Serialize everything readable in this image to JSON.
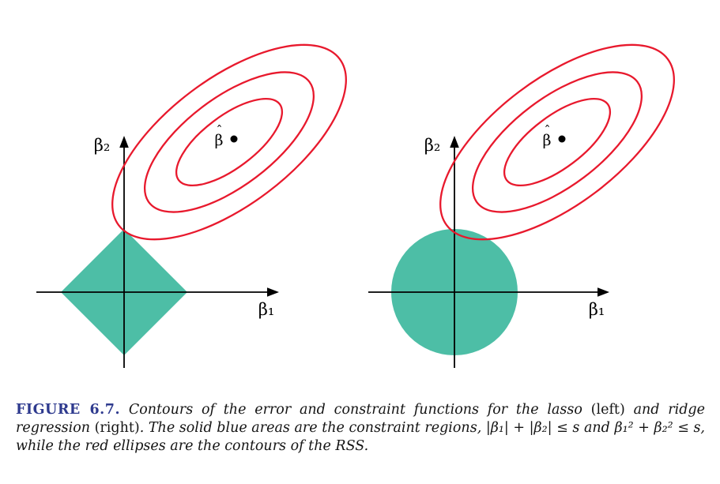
{
  "figure": {
    "labels": {
      "x_axis": "β₁",
      "y_axis": "β₂",
      "beta_hat_base": "β",
      "beta_hat_accent": "ˆ"
    },
    "panels": [
      {
        "id": "lasso",
        "constraint_shape": "diamond"
      },
      {
        "id": "ridge",
        "constraint_shape": "circle"
      }
    ],
    "colors": {
      "constraint_fill": "#4dbea6",
      "contour_stroke": "#e8192d",
      "axis": "#000000",
      "figure_label_blue": "#2e3a8e"
    }
  },
  "caption": {
    "parts": [
      {
        "text": "FIGURE 6.7.",
        "style": "figlabel"
      },
      {
        "text": " Contours of the error and constraint functions for the lasso ",
        "style": "italic"
      },
      {
        "text": "(left)",
        "style": "roman"
      },
      {
        "text": " and ridge regression ",
        "style": "italic"
      },
      {
        "text": "(right)",
        "style": "roman"
      },
      {
        "text": ". The solid blue areas are the constraint regions, |β₁| + |β₂| ≤ s and β₁² + β₂² ≤ s, while the red ellipses are the contours of the RSS.",
        "style": "italic"
      }
    ]
  }
}
